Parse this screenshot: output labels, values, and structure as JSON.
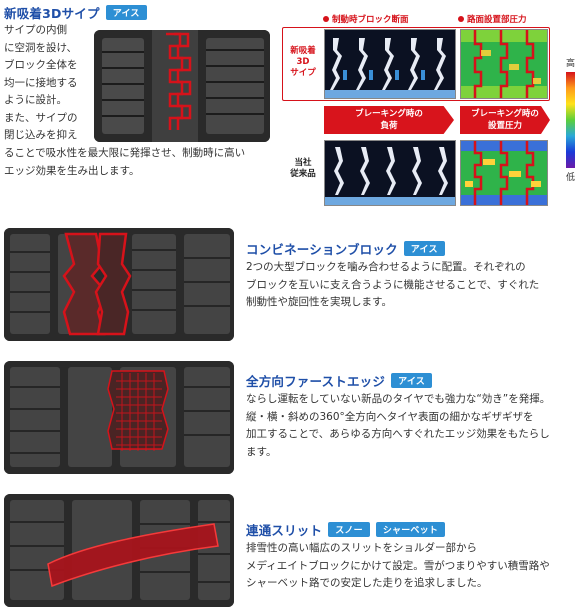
{
  "sec1": {
    "title": "新吸着3Dサイプ",
    "badge": "アイス",
    "lines": [
      "サイプの内側",
      "に空洞を設け、",
      "ブロック全体を",
      "均一に接地する",
      "ように設計。",
      "また、サイプの",
      "閉じ込みを抑え"
    ],
    "lines_wide": [
      "ることで吸水性を最大限に発揮させ、制動時に高い",
      "エッジ効果を生み出します。"
    ]
  },
  "diagram": {
    "label_left": "制動時ブロック断面",
    "label_right": "路面設置部圧力",
    "row1_label": [
      "新吸着",
      "3D",
      "サイプ"
    ],
    "arrow_left": [
      "ブレーキング時の",
      "負荷"
    ],
    "arrow_right": [
      "ブレーキング時の",
      "設置圧力"
    ],
    "row2_label": [
      "当社",
      "従来品"
    ],
    "scale_high": "高",
    "scale_low": "低",
    "colors": {
      "accent_red": "#d6121a",
      "blue": "#1f4fa8"
    }
  },
  "sec2": {
    "title": "コンビネーションブロック",
    "badge": "アイス",
    "lines": [
      "2つの大型ブロックを噛み合わせるように配置。それぞれの",
      "ブロックを互いに支え合うように機能させることで、すぐれた",
      "制動性や旋回性を実現します。"
    ]
  },
  "sec3": {
    "title": "全方向ファーストエッジ",
    "badge": "アイス",
    "lines": [
      "ならし運転をしていない新品のタイヤでも強力な“効き”を発揮。",
      "縦・横・斜めの360°全方向ヘタイヤ表面の細かなギザギザを",
      "加工することで、あらゆる方向へすぐれたエッジ効果をもたらし",
      "ます。"
    ]
  },
  "sec4": {
    "title": "連通スリット",
    "badges": [
      "スノー",
      "シャーベット"
    ],
    "lines": [
      "排雪性の高い幅広のスリットをショルダー部から",
      "メディエイトブロックにかけて設定。雪がつまりやすい積雪路や",
      "シャーベット路での安定した走りを追求しました。"
    ]
  }
}
